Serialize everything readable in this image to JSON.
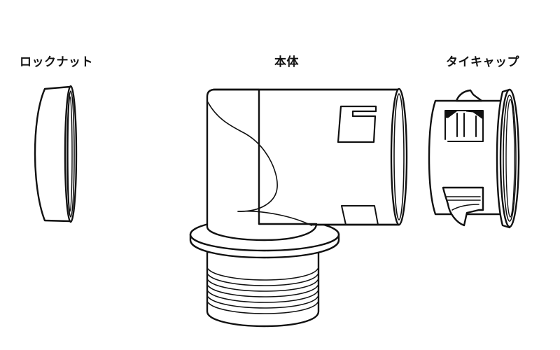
{
  "diagram": {
    "type": "exploded-parts-diagram",
    "parts": [
      {
        "id": "locknut",
        "label": "ロックナット"
      },
      {
        "id": "body",
        "label": "本体"
      },
      {
        "id": "tiecap",
        "label": "タイキャップ"
      }
    ]
  },
  "colors": {
    "background": "#ffffff",
    "line": "#111111",
    "text": "#111111"
  }
}
